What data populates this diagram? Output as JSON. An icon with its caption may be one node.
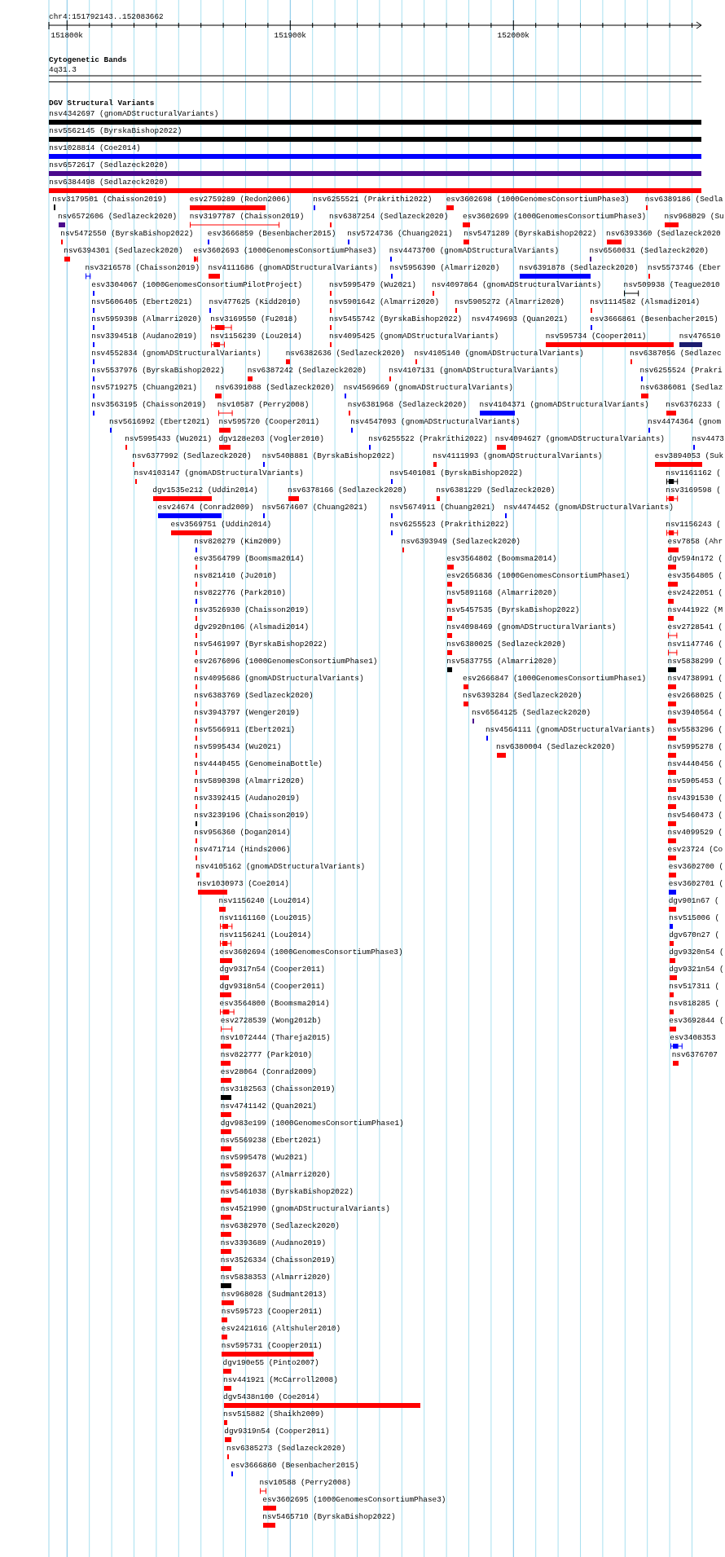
{
  "diagram": {
    "labels": [
      "chr4:151792143..152083662",
      "151800k",
      "151900k",
      "152000k",
      "Cytogenetic Bands",
      "4q31.3",
      "DGV Structural Variants",
      "nsv4342697 (gnomADStructuralVariants)",
      "nsv5562145 (ByrskaBishop2022)",
      "nsv1028814 (Coe2014)",
      "nsv6572617 (Sedlazeck2020)",
      "nsv6384498 (Sedlazeck2020)",
      "nsv3179501 (Chaisson2019)",
      "esv2759289 (Redon2006)",
      "nsv6255521 (Prakrithi2022)",
      "esv3602698 (1000GenomesConsortiumPhase3)",
      "nsv6389186 (Sedla",
      "nsv6572606 (Sedlazeck2020)",
      "nsv3197787 (Chaisson2019)",
      "nsv6387254 (Sedlazeck2020)",
      "esv3602699 (1000GenomesConsortiumPhase3)",
      "nsv968029 (Su",
      "nsv5472550 (ByrskaBishop2022)",
      "esv3666859 (Besenbacher2015)",
      "nsv5724736 (Chuang2021)",
      "nsv5471289 (ByrskaBishop2022)",
      "nsv6393360 (Sedlazeck2020",
      "nsv6394301 (Sedlazeck2020)",
      "esv3602693 (1000GenomesConsortiumPhase3)",
      "nsv4473700 (gnomADStructuralVariants)",
      "nsv6560031 (Sedlazeck2020)",
      "nsv3216578 (Chaisson2019)",
      "nsv4111686 (gnomADStructuralVariants)",
      "nsv5956390 (Almarri2020)",
      "nsv6391878 (Sedlazeck2020)",
      "nsv5573746 (Eber",
      "esv3304067 (1000GenomesConsortiumPilotProject)",
      "nsv5995479 (Wu2021)",
      "nsv4097864 (gnomADStructuralVariants)",
      "nsv509938 (Teague2010",
      "nsv5606405 (Ebert2021)",
      "nsv477625 (Kidd2010)",
      "nsv5901642 (Almarri2020)",
      "nsv5905272 (Almarri2020)",
      "nsv1114582 (Alsmadi2014)",
      "nsv5959398 (Almarri2020)",
      "nsv3169550 (Fu2018)",
      "nsv5455742 (ByrskaBishop2022)",
      "nsv4749693 (Quan2021)",
      "esv3666861 (Besenbacher2015)",
      "nsv3394518 (Audano2019)",
      "nsv1156239 (Lou2014)",
      "nsv4095425 (gnomADStructuralVariants)",
      "nsv595734 (Cooper2011)",
      "nsv476510",
      "nsv4552834 (gnomADStructuralVariants)",
      "nsv6382636 (Sedlazeck2020)",
      "nsv4105140 (gnomADStructuralVariants)",
      "nsv6387056 (Sedlazec",
      "nsv5537976 (ByrskaBishop2022)",
      "nsv6387242 (Sedlazeck2020)",
      "nsv4107131 (gnomADStructuralVariants)",
      "nsv6255524 (Prakri",
      "nsv5719275 (Chuang2021)",
      "nsv6391088 (Sedlazeck2020)",
      "nsv4569669 (gnomADStructuralVariants)",
      "nsv6386081 (Sedlaz",
      "nsv3563195 (Chaisson2019)",
      "nsv10587 (Perry2008)",
      "nsv6381968 (Sedlazeck2020)",
      "nsv4104371 (gnomADStructuralVariants)",
      "nsv6376233 (",
      "nsv5616992 (Ebert2021)",
      "nsv595720 (Cooper2011)",
      "nsv4547093 (gnomADStructuralVariants)",
      "nsv4474364 (gnom",
      "nsv5995433 (Wu2021)",
      "dgv128e203 (Vogler2010)",
      "nsv6255522 (Prakrithi2022)",
      "nsv4094627 (gnomADStructuralVariants)",
      "nsv4473",
      "nsv6377992 (Sedlazeck2020)",
      "nsv5408881 (ByrskaBishop2022)",
      "nsv4111993 (gnomADStructuralVariants)",
      "esv3894053 (Suk",
      "nsv4103147 (gnomADStructuralVariants)",
      "nsv5401081 (ByrskaBishop2022)",
      "nsv1161162 (",
      "dgv1535e212 (Uddin2014)",
      "nsv6378166 (Sedlazeck2020)",
      "nsv6381229 (Sedlazeck2020)",
      "nsv3169598 (",
      "esv24674 (Conrad2009)",
      "nsv5674607 (Chuang2021)",
      "nsv5674911 (Chuang2021)",
      "nsv4474452 (gnomADStructuralVariants)",
      "esv3569751 (Uddin2014)",
      "nsv6255523 (Prakrithi2022)",
      "nsv1156243 (",
      "nsv820279 (Kim2009)",
      "nsv6393949 (Sedlazeck2020)",
      "esv7858 (Ahr",
      "esv3564799 (Boomsma2014)",
      "esv3564802 (Boomsma2014)",
      "dgv594n172 (",
      "nsv821410 (Ju2010)",
      "esv2656836 (1000GenomesConsortiumPhase1)",
      "esv3564805 (",
      "nsv822776 (Park2010)",
      "nsv5891168 (Almarri2020)",
      "esv2422051 (",
      "nsv3526930 (Chaisson2019)",
      "nsv5457535 (ByrskaBishop2022)",
      "nsv441922 (M",
      "dgv2920n106 (Alsmadi2014)",
      "nsv4098469 (gnomADStructuralVariants)",
      "esv2728541 (",
      "nsv5461997 (ByrskaBishop2022)",
      "nsv6380025 (Sedlazeck2020)",
      "nsv1147746 (",
      "esv2676096 (1000GenomesConsortiumPhase1)",
      "nsv5837755 (Almarri2020)",
      "nsv5838299 (",
      "nsv4095686 (gnomADStructuralVariants)",
      "esv2666847 (1000GenomesConsortiumPhase1)",
      "nsv4738991 (",
      "nsv6383769 (Sedlazeck2020)",
      "nsv6393284 (Sedlazeck2020)",
      "esv2668025 (",
      "nsv3943797 (Wenger2019)",
      "nsv6564125 (Sedlazeck2020)",
      "nsv3940564 (",
      "nsv5566911 (Ebert2021)",
      "nsv4564111 (gnomADStructuralVariants)",
      "nsv5583296 (",
      "nsv5995434 (Wu2021)",
      "nsv6380004 (Sedlazeck2020)",
      "nsv5995278 (",
      "nsv4440455 (GenomeinaBottle)",
      "nsv4440456 (",
      "nsv5890398 (Almarri2020)",
      "nsv5905453 (",
      "nsv3392415 (Audano2019)",
      "nsv4391530 (",
      "nsv3239196 (Chaisson2019)",
      "nsv5460473 (",
      "nsv956360 (Dogan2014)",
      "nsv4099529 (",
      "nsv471714 (Hinds2006)",
      "esv23724 (Co",
      "nsv4105162 (gnomADStructuralVariants)",
      "esv3602700 (",
      "nsv1030973 (Coe2014)",
      "esv3602701 (",
      "nsv1156240 (Lou2014)",
      "dgv901n67 (",
      "nsv1161160 (Lou2015)",
      "nsv515006 (",
      "nsv1156241 (Lou2014)",
      "dgv670n27 (",
      "esv3602694 (1000GenomesConsortiumPhase3)",
      "dgv9320n54 (",
      "dgv9317n54 (Cooper2011)",
      "dgv9321n54 (",
      "dgv9318n54 (Cooper2011)",
      "nsv517311 (",
      "esv3564800 (Boomsma2014)",
      "nsv818285 (",
      "esv2728539 (Wong2012b)",
      "esv3692844 (",
      "nsv1072444 (Thareja2015)",
      "esv3408353",
      "nsv822777 (Park2010)",
      "nsv6376707",
      "esv28064 (Conrad2009)",
      "nsv3182563 (Chaisson2019)",
      "nsv4741142 (Quan2021)",
      "dgv983e199 (1000GenomesConsortiumPhase1)",
      "nsv5569238 (Ebert2021)",
      "nsv5995478 (Wu2021)",
      "nsv5892637 (Almarri2020)",
      "nsv5461038 (ByrskaBishop2022)",
      "nsv4521990 (gnomADStructuralVariants)",
      "nsv6382970 (Sedlazeck2020)",
      "nsv3393689 (Audano2019)",
      "nsv3526334 (Chaisson2019)",
      "nsv5838353 (Almarri2020)",
      "nsv968028 (Sudmant2013)",
      "nsv595723 (Cooper2011)",
      "esv2421616 (Altshuler2010)",
      "nsv595731 (Cooper2011)",
      "dgv190e55 (Pinto2007)",
      "nsv441921 (McCarroll2008)",
      "dgv5438n100 (Coe2014)",
      "nsv515882 (Shaikh2009)",
      "dgv9319n54 (Cooper2011)",
      "nsv6385273 (Sedlazeck2020)",
      "esv3666860 (Besenbacher2015)",
      "nsv10588 (Perry2008)",
      "esv3602695 (1000GenomesConsortiumPhase3)",
      "nsv5465710 (ByrskaBishop2022)"
    ]
  }
}
